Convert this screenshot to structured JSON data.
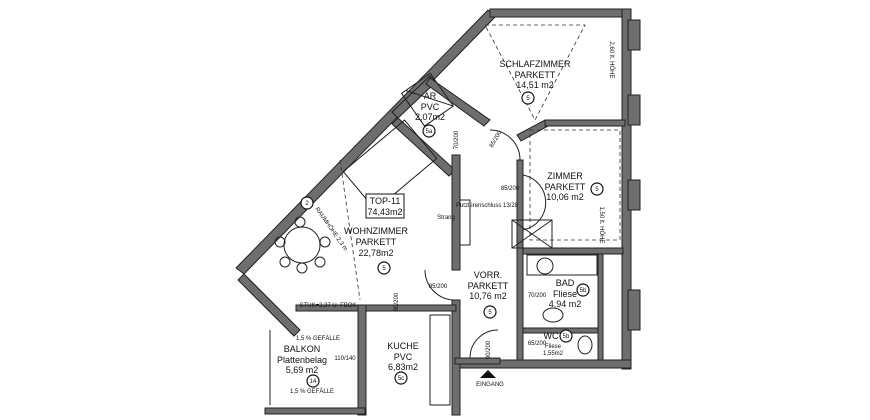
{
  "plan": {
    "unit": {
      "label": "TOP-11",
      "area": "74,43m2"
    },
    "rooms": {
      "schlafzimmer": {
        "name": "SCHLAFZIMMER",
        "floor": "PARKETT",
        "area": "14,51 m2",
        "code": "5"
      },
      "ar": {
        "name": "AR",
        "floor": "PVC",
        "area": "2,07m2",
        "code": "5a"
      },
      "zimmer": {
        "name": "ZIMMER",
        "floor": "PARKETT",
        "area": "10,06 m2",
        "code": "5"
      },
      "wohnzimmer": {
        "name": "WOHNZIMMER",
        "floor": "PARKETT",
        "area": "22,78m2",
        "code": "5"
      },
      "vorraum": {
        "name": "VORR.",
        "floor": "PARKETT",
        "area": "10,76 m2",
        "code": "5"
      },
      "bad": {
        "name": "BAD",
        "floor": "Fliese",
        "area": "4,94 m2",
        "code": "5b"
      },
      "wc": {
        "name": "WC",
        "floor": "Fliese",
        "area": "1,55m2",
        "code": "5b"
      },
      "kueche": {
        "name": "KUCHE",
        "floor": "PVC",
        "area": "6,83m2",
        "code": "5c"
      },
      "balkon": {
        "name": "BALKON",
        "floor": "Plattenbelag",
        "area": "5,69 m2",
        "code": "14"
      }
    },
    "doors": {
      "ar": "70/200",
      "schlaf": "85/200",
      "zimmer": "85/200",
      "wohn": "85/200",
      "bad": "70/200",
      "wc": "65/200",
      "kueche": "80/200",
      "entry": "90/200",
      "balkon": "110/140"
    },
    "annotations": {
      "circle_2": "2",
      "putz": "Putzlürenschluss 13/28",
      "strang": "Strang",
      "stuk": "STUK=2,37 U. FBOK",
      "gefaelle_top": "1,5 % GEFÄLLE",
      "gefaelle_bottom": "1,5 % GEFÄLLE",
      "entrance": "EINGANG",
      "raumhoehe": "RAUMHÖHE 2,3 m",
      "hoehe_1": "2,60 lt. HÖHE",
      "hoehe_2": "1,50 lt. HÖHE"
    }
  }
}
